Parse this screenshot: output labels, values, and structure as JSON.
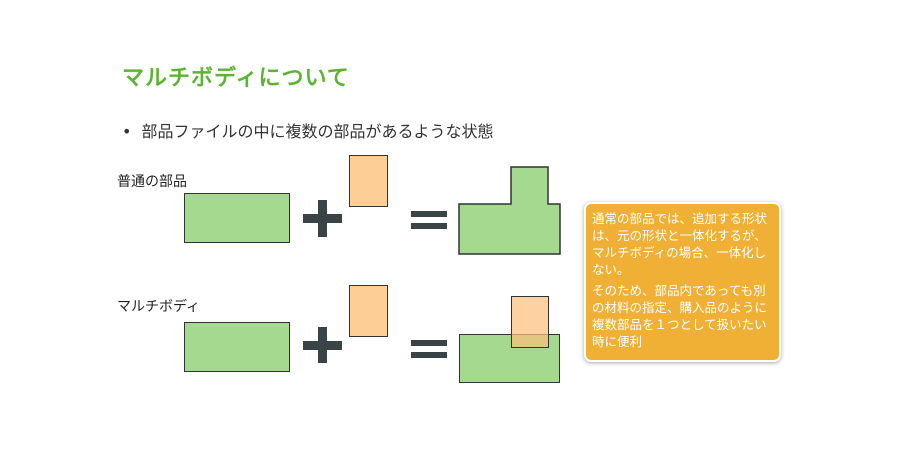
{
  "title": "マルチボディについて",
  "bullet": "部品ファイルの中に複数の部品があるような状態",
  "rows": [
    {
      "label": "普通の部品"
    },
    {
      "label": "マルチボディ"
    }
  ],
  "callout": {
    "p1": "通常の部品では、追加する形状は、元の形状と一体化するが、マルチボディの場合、一体化しない。",
    "p2": "そのため、部品内であっても別の材料の指定、購入品のように複数部品を１つとして扱いたい時に便利"
  },
  "colors": {
    "title": "#5cb531",
    "green": "#a5d98f",
    "orange": "#fdcf96",
    "callout": "#efb035",
    "operator": "#3a4345"
  }
}
